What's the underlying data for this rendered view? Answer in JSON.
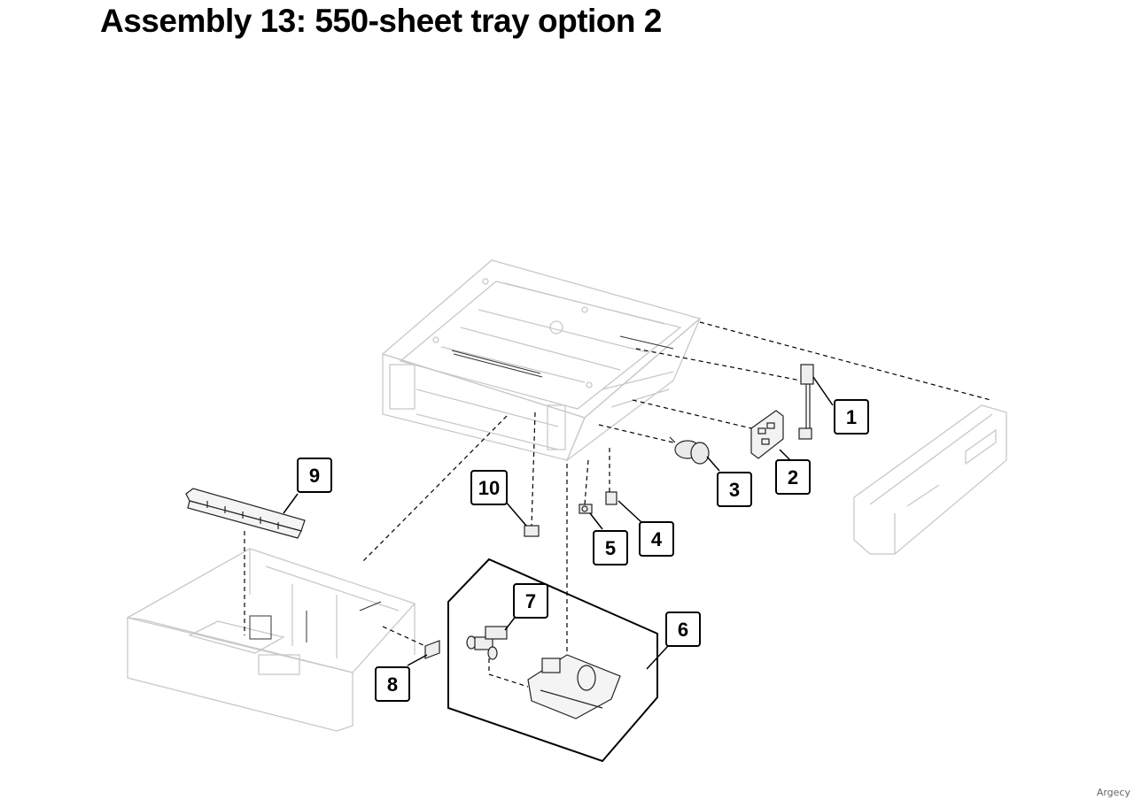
{
  "header": {
    "title": "Assembly 13: 550-sheet tray option 2"
  },
  "callouts": [
    {
      "name": "callout-1",
      "label": "1"
    },
    {
      "name": "callout-2",
      "label": "2"
    },
    {
      "name": "callout-3",
      "label": "3"
    },
    {
      "name": "callout-4",
      "label": "4"
    },
    {
      "name": "callout-5",
      "label": "5"
    },
    {
      "name": "callout-6",
      "label": "6"
    },
    {
      "name": "callout-7",
      "label": "7"
    },
    {
      "name": "callout-8",
      "label": "8"
    },
    {
      "name": "callout-9",
      "label": "9"
    },
    {
      "name": "callout-10",
      "label": "10"
    }
  ],
  "footer": {
    "watermark": "Argecy"
  },
  "colors": {
    "line": "#000000",
    "part_outline": "#c8c8c8",
    "part_dark": "#222222"
  }
}
